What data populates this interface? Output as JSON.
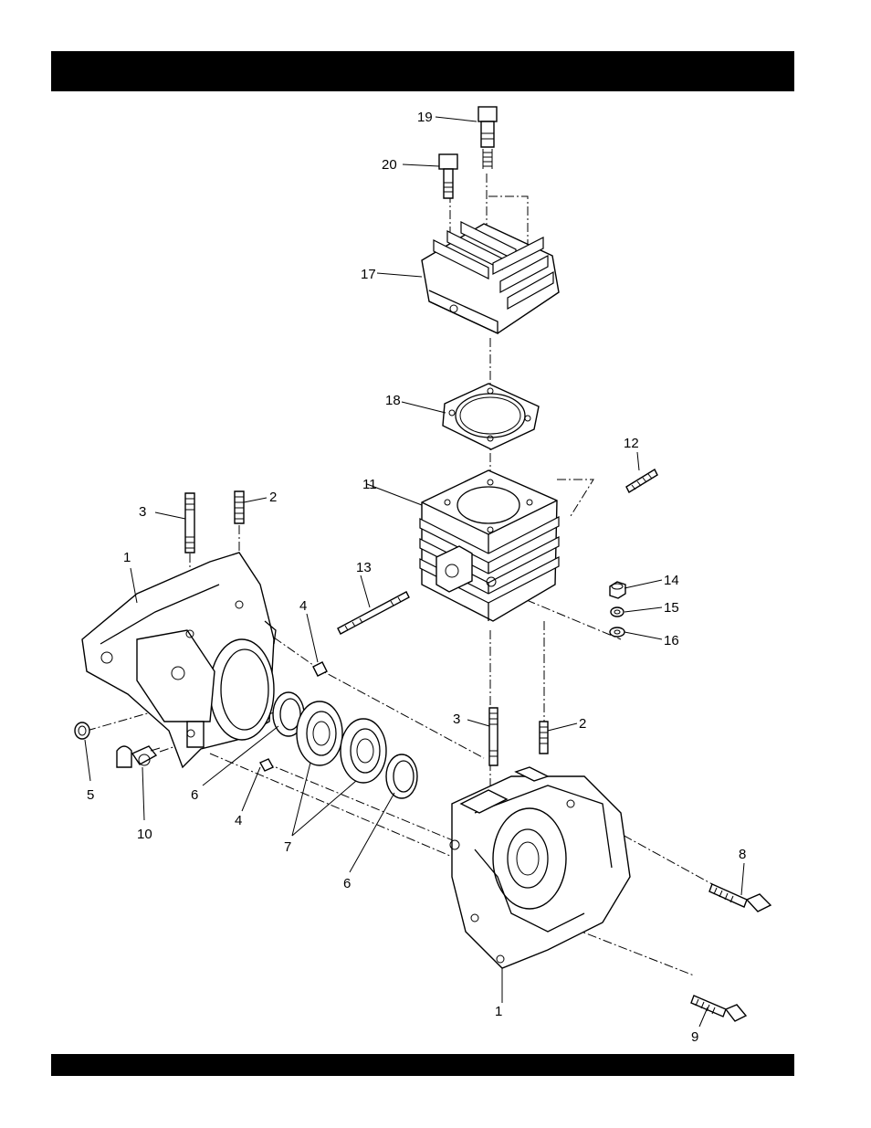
{
  "header_bar": {
    "text": ""
  },
  "footer_bar": {
    "text": ""
  },
  "colors": {
    "ink": "#000000",
    "paper": "#ffffff"
  },
  "callouts": [
    {
      "id": "19",
      "label": "19"
    },
    {
      "id": "20",
      "label": "20"
    },
    {
      "id": "17",
      "label": "17"
    },
    {
      "id": "18",
      "label": "18"
    },
    {
      "id": "12",
      "label": "12"
    },
    {
      "id": "11",
      "label": "11"
    },
    {
      "id": "3a",
      "label": "3"
    },
    {
      "id": "2a",
      "label": "2"
    },
    {
      "id": "1a",
      "label": "1"
    },
    {
      "id": "13",
      "label": "13"
    },
    {
      "id": "4a",
      "label": "4"
    },
    {
      "id": "14",
      "label": "14"
    },
    {
      "id": "15",
      "label": "15"
    },
    {
      "id": "16",
      "label": "16"
    },
    {
      "id": "3b",
      "label": "3"
    },
    {
      "id": "2b",
      "label": "2"
    },
    {
      "id": "5",
      "label": "5"
    },
    {
      "id": "6a",
      "label": "6"
    },
    {
      "id": "10",
      "label": "10"
    },
    {
      "id": "4b",
      "label": "4"
    },
    {
      "id": "7",
      "label": "7"
    },
    {
      "id": "6b",
      "label": "6"
    },
    {
      "id": "8",
      "label": "8"
    },
    {
      "id": "1b",
      "label": "1"
    },
    {
      "id": "9",
      "label": "9"
    }
  ]
}
